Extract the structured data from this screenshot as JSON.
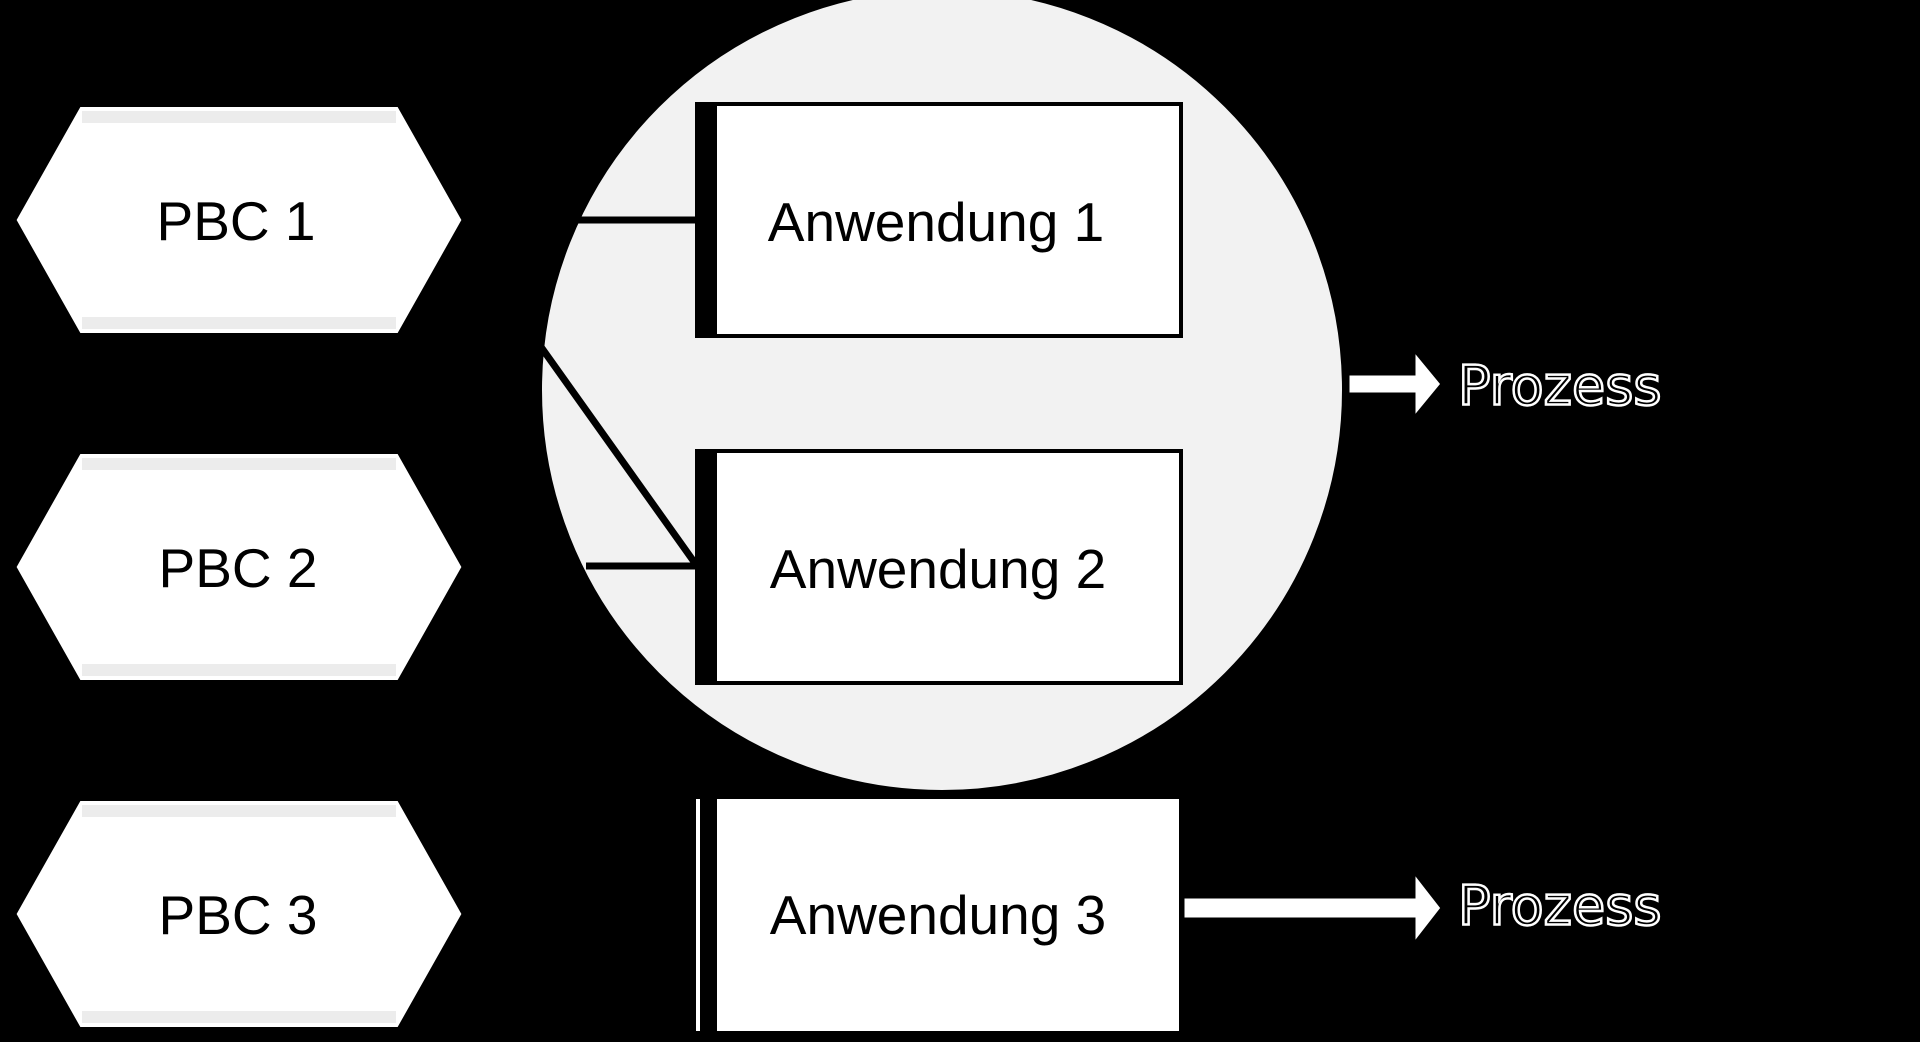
{
  "colors": {
    "background": "#000000",
    "node_fill": "#ffffff",
    "circle_fill": "#f2f2f2",
    "hex_band": "#ececec",
    "stroke": "#000000",
    "label_text": "#000000",
    "outline_text_fill": "#000000",
    "outline_text_stroke": "#ffffff"
  },
  "pbcs": [
    {
      "label": "PBC 1"
    },
    {
      "label": "PBC 2"
    },
    {
      "label": "PBC 3"
    }
  ],
  "applications": [
    {
      "label": "Anwendung 1"
    },
    {
      "label": "Anwendung 2"
    },
    {
      "label": "Anwendung 3"
    }
  ],
  "outputs": [
    {
      "label": "Prozess"
    },
    {
      "label": "Prozess"
    }
  ],
  "connections": [
    {
      "from": "PBC 1",
      "to": "Anwendung 1"
    },
    {
      "from": "PBC 1",
      "to": "Anwendung 2"
    },
    {
      "from": "PBC 2",
      "to": "Anwendung 2"
    }
  ]
}
